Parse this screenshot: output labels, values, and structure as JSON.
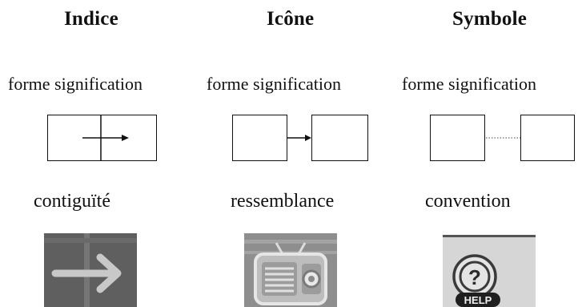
{
  "columns": [
    {
      "heading": "Indice",
      "labels": "forme signification",
      "relation": "contiguïté",
      "link_type": "arrow-within",
      "image_icon": "arrow-icon"
    },
    {
      "heading": "Icône",
      "labels": "forme signification",
      "relation": "ressemblance",
      "link_type": "arrow-between",
      "image_icon": "radio-icon"
    },
    {
      "heading": "Symbole",
      "labels": "forme signification",
      "relation": "convention",
      "link_type": "dotted-between",
      "image_icon": "help-icon",
      "image_text": "HELP",
      "image_glyph": "?"
    }
  ],
  "colors": {
    "text": "#111111",
    "arrow_tile_bg": "#5f5f5f",
    "arrow_tile_fg": "#c8c8c8",
    "radio_tile_bg": "#8e8e8e",
    "help_tile_bg": "#d6d6d6"
  }
}
